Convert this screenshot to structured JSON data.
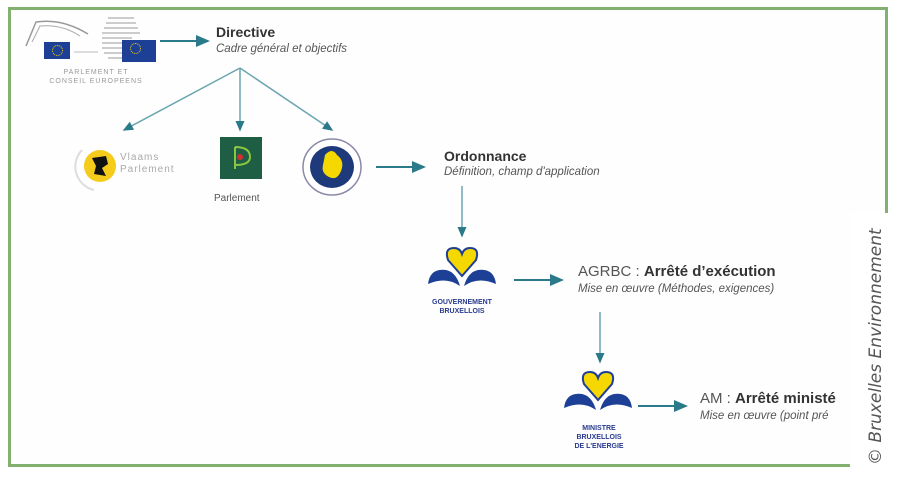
{
  "copyright": "© Bruxelles Environnement",
  "nodes": {
    "eu": {
      "caption_line1": "PARLEMENT  ET",
      "caption_line2": "CONSEIL  EUROPEENS"
    },
    "directive": {
      "title": "Directive",
      "subtitle": "Cadre général et objectifs"
    },
    "vlaams": {
      "line1": "Vlaams",
      "line2": "Parlement"
    },
    "parlement_wallonie": {
      "caption": "Parlement"
    },
    "ordonnance": {
      "title": "Ordonnance",
      "subtitle": "Définition, champ d'application"
    },
    "gouvernement": {
      "line1": "GOUVERNEMENT",
      "line2": "BRUXELLOIS"
    },
    "agrbc": {
      "prefix": "AGRBC : ",
      "title": "Arrêté d’exécution",
      "subtitle": "Mise en œuvre (Méthodes, exigences)"
    },
    "ministre": {
      "line1": "MINISTRE",
      "line2": "BRUXELLOIS",
      "line3": "DE L'ENERGIE"
    },
    "am": {
      "prefix": "AM : ",
      "title": "Arrêté ministé",
      "subtitle": "Mise en œuvre (point pré"
    }
  },
  "colors": {
    "arrow": "#2b7a8a",
    "border": "#82b06e",
    "logo_blue": "#1e3f96",
    "logo_yellow": "#f5d800"
  }
}
